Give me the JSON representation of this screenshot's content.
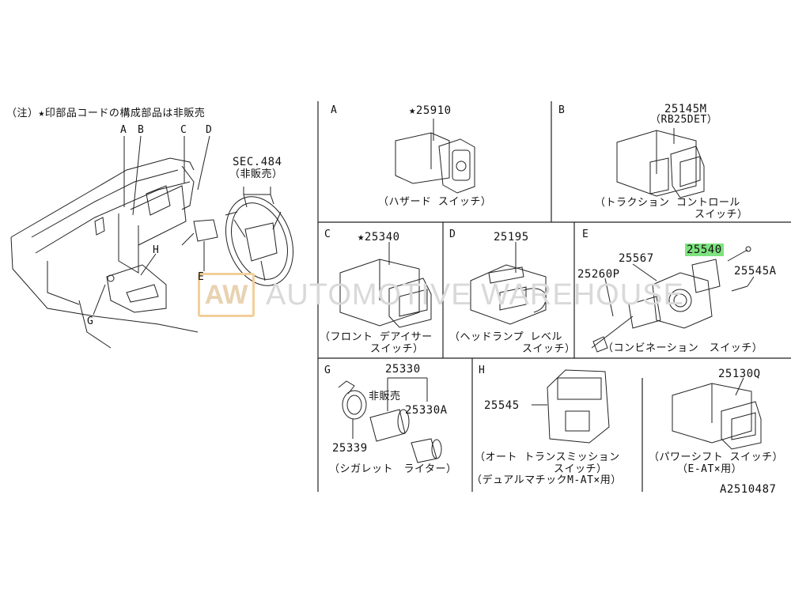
{
  "note": "（注）★印部品コードの構成部品は非販売",
  "overview": {
    "labels": [
      "A",
      "B",
      "C",
      "D",
      "E",
      "G",
      "H"
    ],
    "sec_ref": "SEC.484",
    "sec_note": "（非販売）"
  },
  "panels": {
    "A": {
      "letter": "A",
      "part": "★25910",
      "caption1": "（ハザード スイッチ）"
    },
    "B": {
      "letter": "B",
      "part": "25145M",
      "part2": "（RB25DET）",
      "caption1": "（トラクション コントロール",
      "caption2": "スイッチ）"
    },
    "C": {
      "letter": "C",
      "part": "★25340",
      "caption1": "（フロント デアイサー",
      "caption2": "スイッチ）"
    },
    "D": {
      "letter": "D",
      "part": "25195",
      "caption1": "（ヘッドランプ レベル",
      "caption2": "スイッチ）"
    },
    "E": {
      "letter": "E",
      "parts": [
        "25540",
        "25567",
        "25260P",
        "25545A"
      ],
      "caption1": "（コンビネーション　スイッチ）"
    },
    "G": {
      "letter": "G",
      "parts": [
        "25330",
        "非販売",
        "25330A",
        "25339"
      ],
      "caption1": "（シガレット　ライター）"
    },
    "H": {
      "letter": "H",
      "part": "25545",
      "caption1": "（オート トランスミッション",
      "caption2": "スイッチ）",
      "caption3": "（デュアルマチックM-AT×用）"
    },
    "I": {
      "part": "25130Q",
      "caption1": "（パワーシフト スイッチ）",
      "caption2": "（E-AT×用）"
    }
  },
  "diagram_id": "A2510487",
  "watermark": {
    "logo": "AW",
    "text": "AUTOMOTIVE WAREHOUSE"
  },
  "colors": {
    "highlight": "#7ee37e",
    "line": "#222222",
    "watermark": "#d9d9d9",
    "logo_border": "#f2cf9a"
  }
}
